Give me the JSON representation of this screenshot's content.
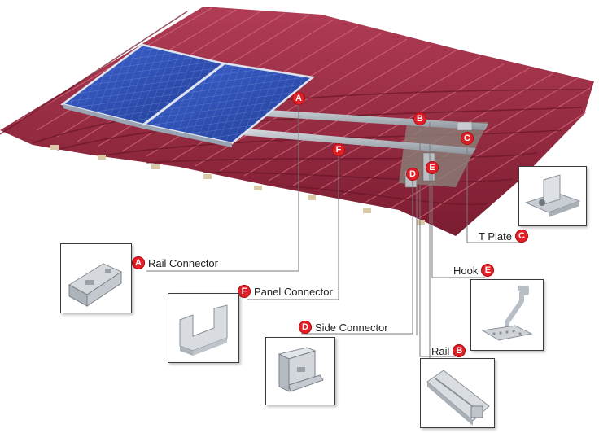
{
  "colors": {
    "roof": "#8e2438",
    "roof_light": "#b8445a",
    "panel": "#2b4fb8",
    "badge": "#e21f26",
    "leader": "#7a7a7a"
  },
  "markers": [
    "A",
    "B",
    "C",
    "D",
    "E",
    "F"
  ],
  "callouts": {
    "rail_connector": {
      "letter": "A",
      "label": "Rail Connector"
    },
    "panel_connector": {
      "letter": "F",
      "label": "Panel Connector"
    },
    "side_connector": {
      "letter": "D",
      "label": "Side Connector"
    },
    "t_plate": {
      "letter": "C",
      "label": "T Plate"
    },
    "hook": {
      "letter": "E",
      "label": "Hook"
    },
    "rail": {
      "letter": "B",
      "label": "Rail"
    }
  }
}
